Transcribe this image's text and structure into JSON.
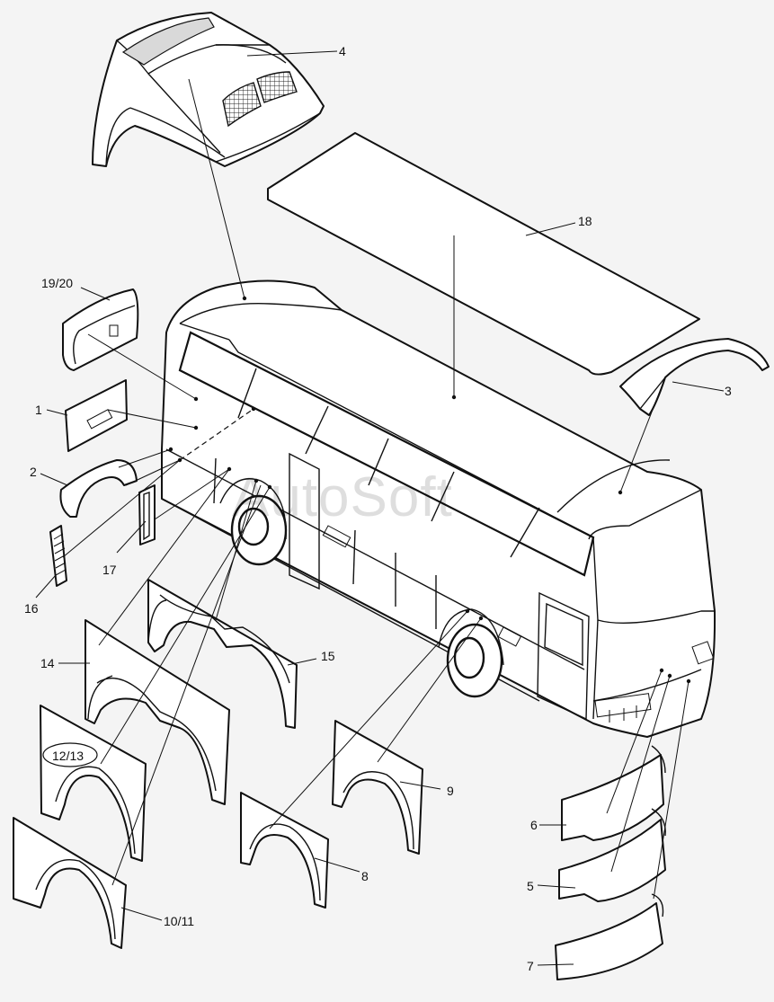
{
  "callouts": {
    "c1": "1",
    "c2": "2",
    "c3": "3",
    "c4": "4",
    "c5": "5",
    "c6": "6",
    "c7": "7",
    "c8": "8",
    "c9": "9",
    "c10_11": "10/11",
    "c12_13": "12/13",
    "c14": "14",
    "c15": "15",
    "c16": "16",
    "c17": "17",
    "c18": "18",
    "c19_20": "19/20"
  },
  "watermark": "AutoSoft"
}
